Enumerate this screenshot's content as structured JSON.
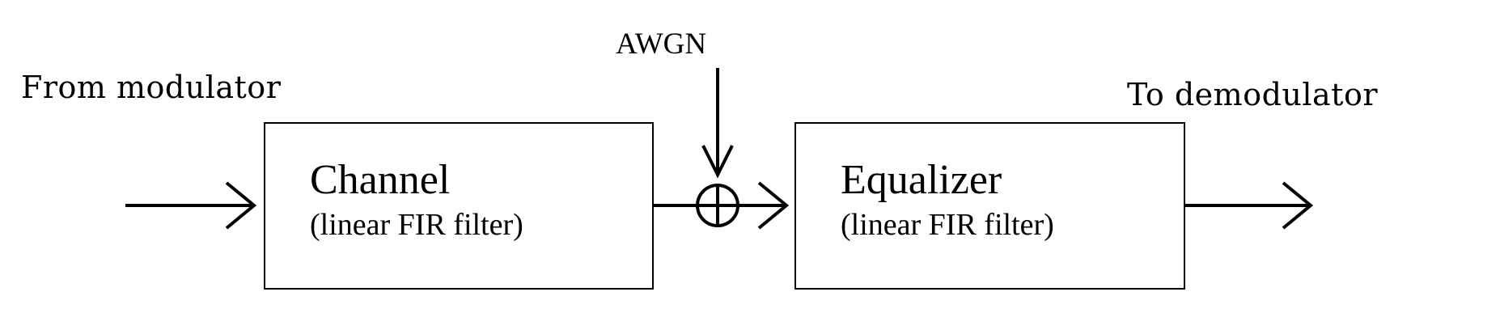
{
  "labels": {
    "input": "From modulator",
    "output": "To demodulator",
    "noise": "AWGN"
  },
  "blocks": {
    "channel": {
      "title": "Channel",
      "subtitle": "(linear FIR filter)"
    },
    "equalizer": {
      "title": "Equalizer",
      "subtitle": "(linear FIR filter)"
    }
  },
  "symbols": {
    "adder": "summing-junction"
  },
  "colors": {
    "stroke": "#000000",
    "background": "#ffffff"
  }
}
